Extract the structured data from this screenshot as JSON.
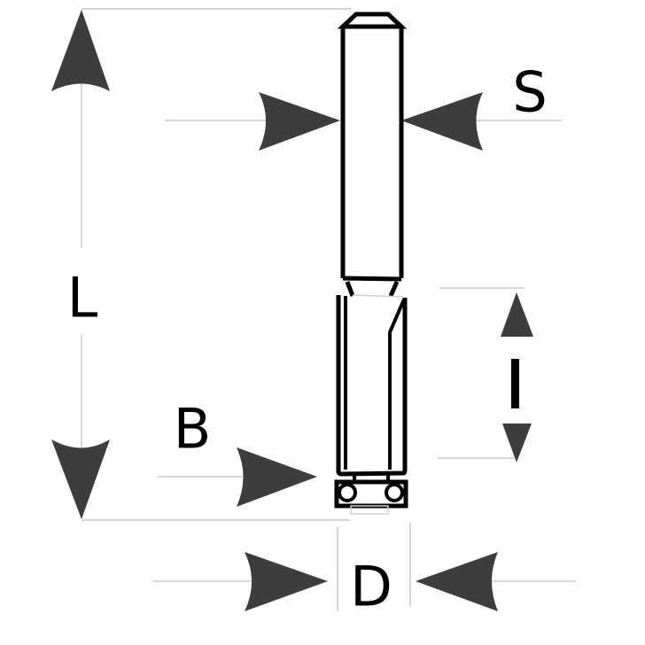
{
  "diagram": {
    "title": "Router bit with bearing – dimension diagram",
    "colors": {
      "background": "#ffffff",
      "outline": "#000000",
      "arrow_fill": "#3d3d3d",
      "dimension_line": "#c8c8c8"
    },
    "labels": {
      "shank_diameter": "S",
      "overall_length": "L",
      "cutting_length": "l",
      "bearing_diameter": "B",
      "cutting_diameter": "D"
    }
  }
}
